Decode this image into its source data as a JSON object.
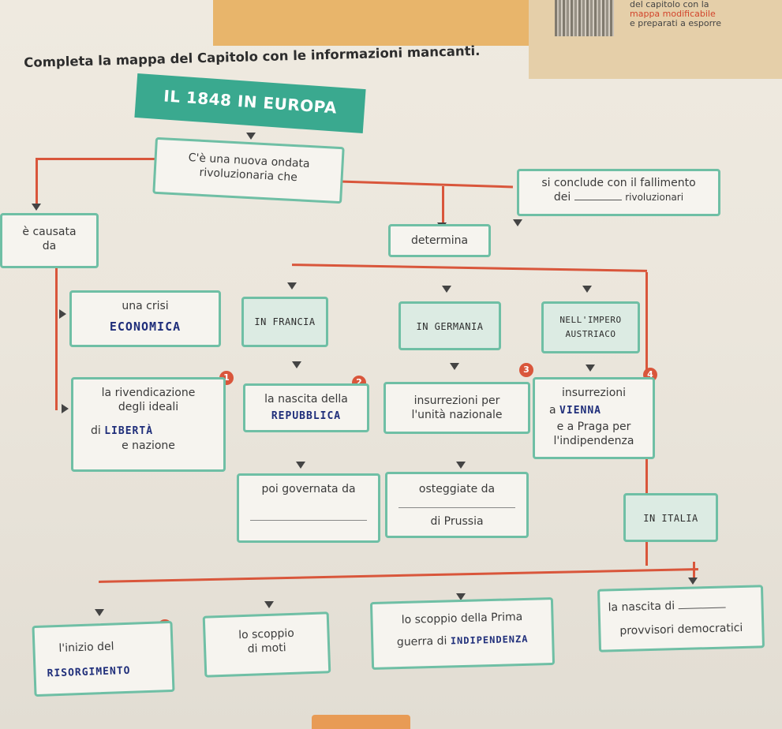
{
  "qr_note": {
    "line1": "del capitolo con la",
    "line2": "mappa modificabile",
    "line3": "e preparati a esporre"
  },
  "heading": "Completa la mappa del Capitolo con le informazioni mancanti.",
  "title": "IL 1848 IN EUROPA",
  "root": {
    "text1": "C'è una nuova ondata",
    "text2": "rivoluzionaria che"
  },
  "conclude": {
    "text1": "si conclude con il fallimento",
    "prefix": "dei",
    "suffix": "rivoluzionari"
  },
  "causata": {
    "line1": "è causata",
    "line2": "da"
  },
  "determina": "determina",
  "crisi": {
    "label": "una crisi",
    "handwritten": "ECONOMICA"
  },
  "rivendicazione": {
    "line1": "la rivendicazione",
    "line2": "degli ideali",
    "prefix": "di",
    "handwritten": "LIBERTÀ",
    "line4": "e nazione"
  },
  "regions": {
    "francia": "IN FRANCIA",
    "germania": "IN GERMANIA",
    "impero1": "NELL'IMPERO",
    "impero2": "AUSTRIACO",
    "italia": "IN ITALIA"
  },
  "numbers": [
    "1",
    "2",
    "3",
    "4",
    "5"
  ],
  "nascita": {
    "text": "la nascita della",
    "handwritten": "REPUBBLICA"
  },
  "insurrezioni_unita": {
    "line1": "insurrezioni per",
    "line2": "l'unità nazionale"
  },
  "insurrezioni_vienna": {
    "line1": "insurrezioni",
    "prefix": "a",
    "handwritten": "VIENNA",
    "line3": "e a Praga per",
    "line4": "l'indipendenza"
  },
  "governata": "poi governata da",
  "osteggiate": {
    "line1": "osteggiate da",
    "line2": "di Prussia"
  },
  "inizio": {
    "text": "l'inizio del",
    "handwritten": "RISORGIMENTO"
  },
  "scoppio": {
    "line1": "lo scoppio",
    "line2": "di moti"
  },
  "guerra": {
    "line1": "lo scoppio della Prima",
    "prefix": "guerra di",
    "handwritten": "INDIPENDENZA"
  },
  "nascita_governi": {
    "line1": "la nascita di",
    "line2": "provvisori democratici"
  }
}
